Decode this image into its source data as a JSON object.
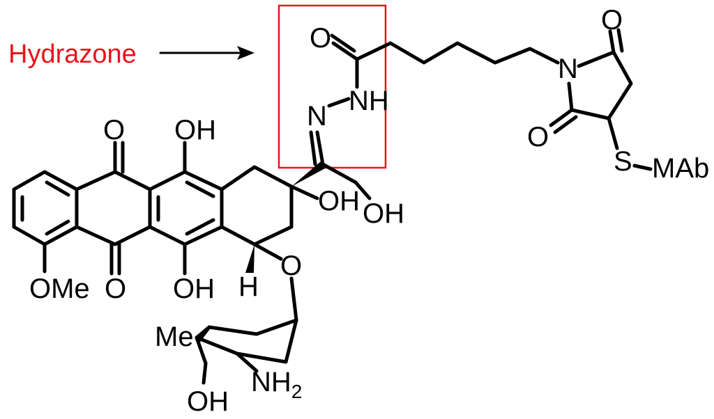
{
  "annotation": {
    "label": "Hydrazone",
    "color": "#e8141c"
  },
  "atoms": {
    "o_quinone_top": "O",
    "o_quinone_bottom": "O",
    "oh_c6": "OH",
    "oh_c11": "OH",
    "ome": "OMe",
    "oh_c9": "OH",
    "oh_c14": "OH",
    "h_c7": "H",
    "o_glycoside": "O",
    "me_sugar": "Me",
    "oh_sugar": "OH",
    "nh2_main": "NH",
    "nh2_sub": "2",
    "hydrazone_n": "N",
    "hydrazone_nh": "NH",
    "amide_o": "O",
    "imide_n": "N",
    "imide_o_top": "O",
    "imide_o_bottom": "O",
    "thioether_s": "S",
    "mab": "MAb"
  }
}
